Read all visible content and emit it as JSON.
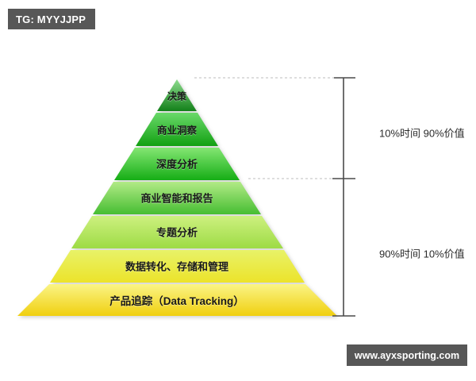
{
  "badge": {
    "label": "TG: MYYJJPP"
  },
  "watermark": {
    "label": "www.ayxsporting.com"
  },
  "chart_data": {
    "type": "pyramid",
    "title": "",
    "orientation": "apex-up",
    "tiers": [
      {
        "index": 1,
        "label": "决策",
        "color_top": "#7fd27f",
        "color_bottom": "#1a8a1a"
      },
      {
        "index": 2,
        "label": "商业洞察",
        "color_top": "#63d463",
        "color_bottom": "#19a819"
      },
      {
        "index": 3,
        "label": "深度分析",
        "color_top": "#77e06a",
        "color_bottom": "#20b520"
      },
      {
        "index": 4,
        "label": "商业智能和报告",
        "color_top": "#a8e57a",
        "color_bottom": "#4cc13a"
      },
      {
        "index": 5,
        "label": "专题分析",
        "color_top": "#c3ec74",
        "color_bottom": "#9ada4a"
      },
      {
        "index": 6,
        "label": "数据转化、存储和管理",
        "color_top": "#e2ef63",
        "color_bottom": "#eae22e"
      },
      {
        "index": 7,
        "label": "产品追踪（Data Tracking）",
        "color_top": "#f7ef7a",
        "color_bottom": "#f2d417"
      }
    ],
    "annotations": [
      {
        "id": "upper",
        "text": "10%时间  90%价值",
        "covers_tiers": [
          1,
          2,
          3
        ],
        "time_pct": 10,
        "value_pct": 90
      },
      {
        "id": "lower",
        "text": "90%时间  10%价值",
        "covers_tiers": [
          4,
          5,
          6,
          7
        ],
        "time_pct": 90,
        "value_pct": 10
      }
    ],
    "bracket": {
      "color": "#4a4a4a",
      "split_at_tier": 3
    },
    "leader_lines": {
      "style": "dashed",
      "color": "#b9b9b9",
      "count": 2
    }
  }
}
